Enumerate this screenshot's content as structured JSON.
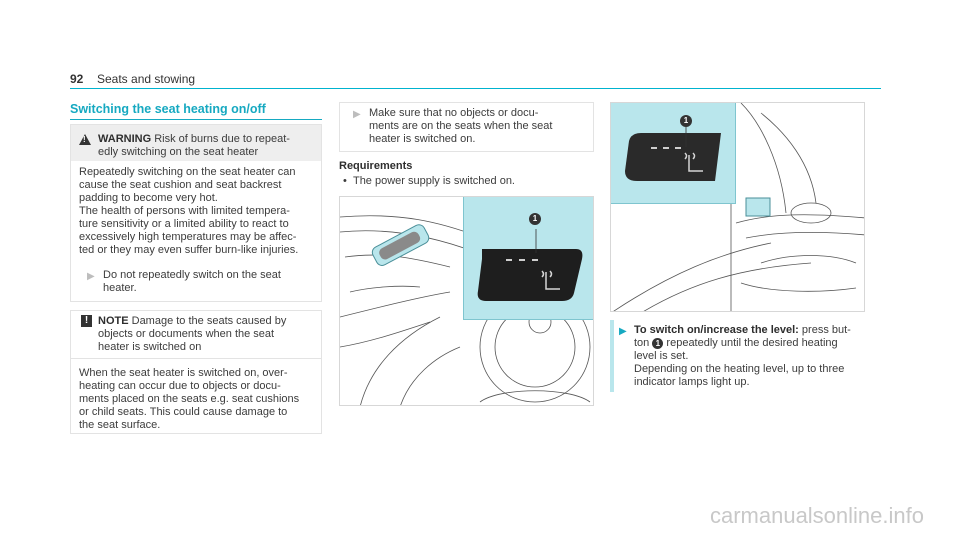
{
  "header": {
    "page_number": "92",
    "section": "Seats and stowing"
  },
  "title": "Switching the seat heating on/off",
  "warning": {
    "label": "WARNING",
    "heading_rest": " Risk of burns due to repeat-",
    "heading_line2": "edly switching on the seat heater",
    "body": [
      "Repeatedly switching on the seat heater can",
      "cause the seat cushion and seat backrest",
      "padding to become very hot.",
      "The health of persons with limited tempera-",
      "ture sensitivity or a limited ability to react to",
      "excessively high temperatures may be affec-",
      "ted or they may even suffer burn-like injuries."
    ],
    "action": [
      "Do not repeatedly switch on the seat",
      "heater."
    ]
  },
  "note": {
    "label": "NOTE",
    "heading_rest": " Damage to the seats caused by",
    "heading_lines": [
      "objects or documents when the seat",
      "heater is switched on"
    ],
    "body": [
      "When the seat heater is switched on, over-",
      "heating can occur due to objects or docu-",
      "ments placed on the seats e.g. seat cushions",
      "or child seats. This could cause damage to",
      "the seat surface."
    ]
  },
  "middle": {
    "action": [
      "Make sure that no objects or docu-",
      "ments are on the seats when the seat",
      "heater is switched on."
    ],
    "requirements_heading": "Requirements",
    "requirement": "The power supply is switched on."
  },
  "right": {
    "instruction_bold": "To switch on/increase the level:",
    "instruction_rest": " press but-",
    "lines": [
      "ton",
      "repeatedly until the desired heating",
      "level is set.",
      "Depending on the heating level, up to three",
      "indicator lamps light up."
    ]
  },
  "callout_label": "1",
  "watermark": "carmanualsonline.info",
  "colors": {
    "accent": "#16a9c1",
    "teal_fill": "#b9e6ec",
    "shade": "#eeeeee"
  }
}
